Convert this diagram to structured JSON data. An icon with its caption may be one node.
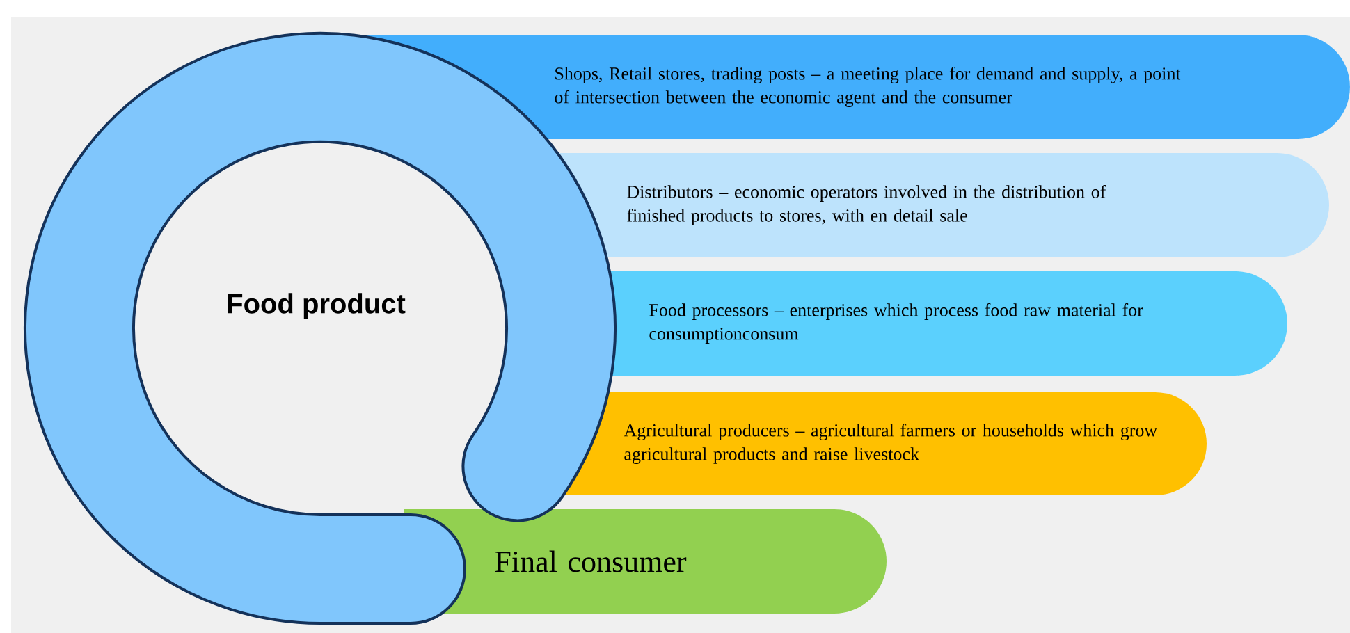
{
  "diagram": {
    "nodes": [
      {
        "text": [
          "Food product"
        ]
      },
      {
        "text": [
          "Shops, Retail stores, trading posts – a meeting place for demand and supply, a point of intersection between the economic agent and the consumer"
        ]
      },
      {
        "text": [
          "Distributors – economic operators involved in the distribution of finished products to stores, with en detail sale"
        ]
      },
      {
        "text": [
          "Food processors – enterprises which process food raw material for consumptionconsum"
        ]
      },
      {
        "text": [
          "Agricultural producers – agricultural farmers or households which grow agricultural products and raise livestock"
        ]
      },
      {
        "text": [
          "Final consumer"
        ]
      }
    ]
  }
}
